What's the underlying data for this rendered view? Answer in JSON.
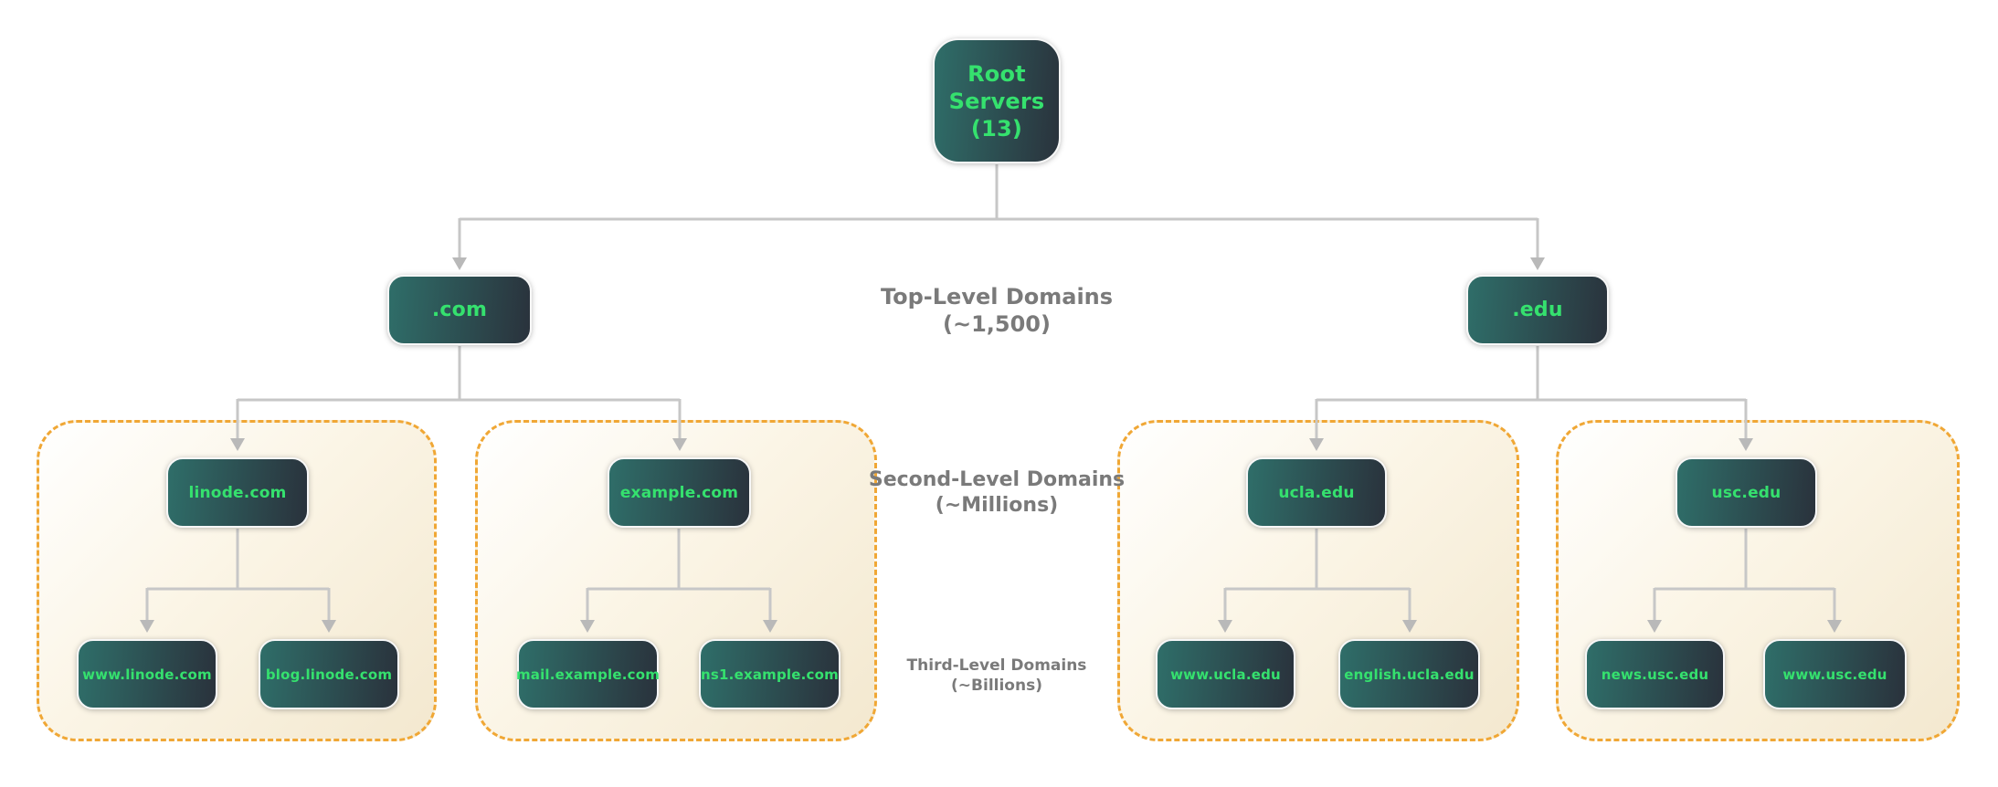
{
  "diagram": {
    "root": {
      "label": "Root Servers (13)"
    },
    "tlds": [
      {
        "label": ".com"
      },
      {
        "label": ".edu"
      }
    ],
    "levels": [
      {
        "line1": "Top-Level Domains",
        "line2": "(~1,500)"
      },
      {
        "line1": "Second-Level Domains",
        "line2": "(~Millions)"
      },
      {
        "line1": "Third-Level Domains",
        "line2": "(~Billions)"
      }
    ],
    "groups": [
      {
        "parent": {
          "label": "linode.com"
        },
        "children": [
          {
            "label": "www.linode.com"
          },
          {
            "label": "blog.linode.com"
          }
        ]
      },
      {
        "parent": {
          "label": "example.com"
        },
        "children": [
          {
            "label": "mail.example.com"
          },
          {
            "label": "ns1.example.com"
          }
        ]
      },
      {
        "parent": {
          "label": "ucla.edu"
        },
        "children": [
          {
            "label": "www.ucla.edu"
          },
          {
            "label": "english.ucla.edu"
          }
        ]
      },
      {
        "parent": {
          "label": "usc.edu"
        },
        "children": [
          {
            "label": "news.usc.edu"
          },
          {
            "label": "www.usc.edu"
          }
        ]
      }
    ],
    "colors": {
      "node_gradient_start": "#2f6e69",
      "node_gradient_end": "#2a323c",
      "node_text": "#35e16e",
      "zone_border": "#f0a735",
      "zone_background": "#f3e8cf",
      "connector": "#c7c7c7",
      "arrowhead": "#b9b9b9",
      "level_label_text": "#7a7a7a"
    }
  }
}
